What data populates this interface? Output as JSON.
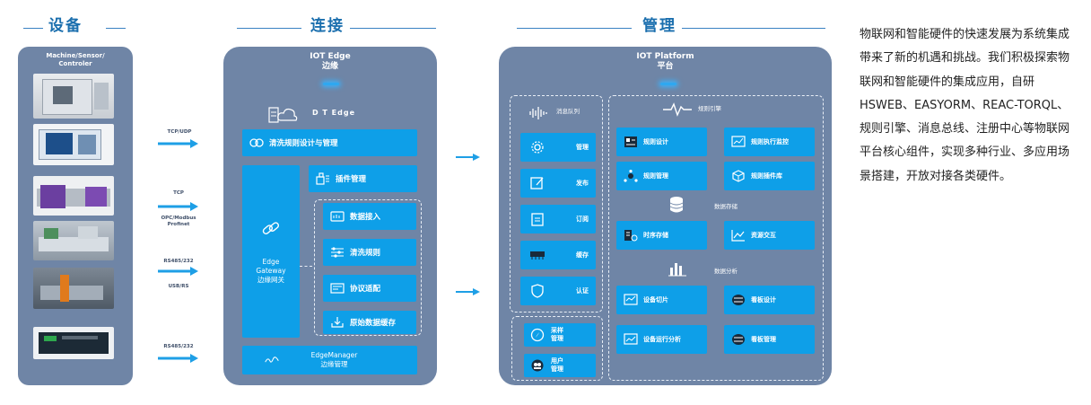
{
  "sections": {
    "devices": "设备",
    "connect": "连接",
    "manage": "管理"
  },
  "devices_panel": {
    "title": "Machine/Sensor/\nControler"
  },
  "connect_panel": {
    "title_line1": "IOT Edge",
    "title_line2": "边缘",
    "dtedge": "D T Edge",
    "gateway_line1": "Edge",
    "gateway_line2": "Gateway",
    "gateway_line3": "边缘网关",
    "boxes": {
      "clean_design": "清洗规则设计与管理",
      "plugin": "插件管理",
      "data_access": "数据接入",
      "clean_rule": "清洗规则",
      "protocol": "协议适配",
      "raw_cache": "原始数据缓存",
      "edge_manager_line1": "EdgeManager",
      "edge_manager_line2": "边缘管理"
    }
  },
  "protocols": {
    "p1": "TCP/UDP",
    "p2_line1": "TCP",
    "p2_line2": "OPC/Modbus",
    "p2_line3": "Profinet",
    "p3": "RS485/232",
    "p4": "USB/RS",
    "p5": "RS485/232"
  },
  "mgmt_panel": {
    "title_line1": "IOT Platform",
    "title_line2": "平台",
    "queue_title": "消息队列",
    "queue_items": [
      "管理",
      "发布",
      "订阅",
      "缓存",
      "认证"
    ],
    "collect_line1": "采样",
    "collect_line2": "管理",
    "user_line1": "用户",
    "user_line2": "管理",
    "rule_engine": "规则引擎",
    "rule_design": "规则设计",
    "rule_monitor": "规则执行监控",
    "rule_manage": "规则管理",
    "rule_plugin": "规则插件库",
    "data_storage": "数据存储",
    "ts_storage": "时序存储",
    "data_interact": "资源交互",
    "data_analysis": "数据分析",
    "device_slice": "设备切片",
    "board_design": "看板设计",
    "device_run": "设备运行分析",
    "board_manage": "看板管理"
  },
  "description": "物联网和智能硬件的快速发展为系统集成带来了新的机遇和挑战。我们积极探索物联网和智能硬件的集成应用，自研 HSWEB、EASYORM、REAC-TORQL、规则引擎、消息总线、注册中心等物联网平台核心组件，实现多种行业、多应用场景搭建，开放对接各类硬件。",
  "colors": {
    "panel": "#6f85a6",
    "box": "#0e9fe8",
    "accent": "#1b6fae"
  }
}
